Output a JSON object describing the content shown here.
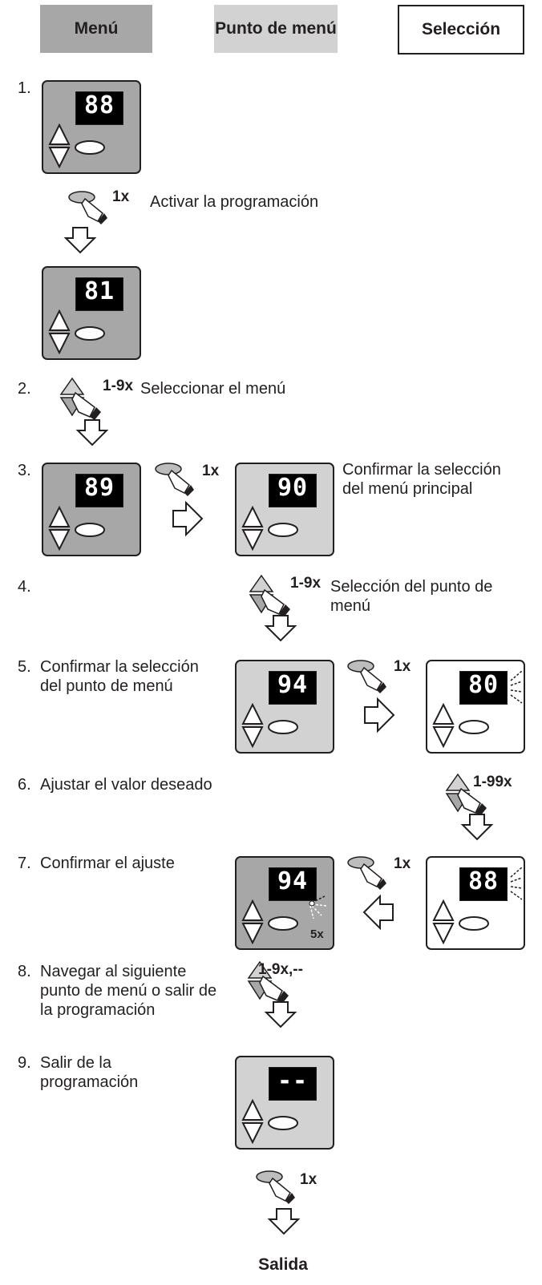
{
  "header": {
    "menu": "Menú",
    "menu_point": "Punto de menú",
    "selection": "Selección"
  },
  "colors": {
    "menu_header": "#a7a7a7",
    "menu_point_header": "#d2d2d2",
    "display_bg": "#000000",
    "display_digits": "#ffffff"
  },
  "icons": [
    "press-button-hand-icon",
    "up-down-arrows-hand-icon",
    "down-arrow-icon",
    "right-arrow-icon",
    "left-arrow-icon",
    "blink-rays-icon"
  ],
  "steps": [
    {
      "number": "1.",
      "counts": [
        "1x"
      ],
      "instruction": "Activar la programación",
      "displays": [
        "88",
        "81"
      ]
    },
    {
      "number": "2.",
      "counts": [
        "1-9x"
      ],
      "instruction": "Seleccionar el menú"
    },
    {
      "number": "3.",
      "counts": [
        "1x"
      ],
      "instruction": "Confirmar la selección del menú principal",
      "displays": [
        "89",
        "90"
      ]
    },
    {
      "number": "4.",
      "counts": [
        "1-9x"
      ],
      "instruction": "Selección del punto de menú"
    },
    {
      "number": "5.",
      "counts": [
        "1x"
      ],
      "instruction": "Confirmar la selección del punto de menú",
      "displays": [
        "94",
        "80"
      ]
    },
    {
      "number": "6.",
      "counts": [
        "1-99x"
      ],
      "instruction": "Ajustar el valor deseado"
    },
    {
      "number": "7.",
      "counts": [
        "1x",
        "5x"
      ],
      "instruction": "Confirmar el ajuste",
      "displays": [
        "94",
        "88"
      ]
    },
    {
      "number": "8.",
      "counts": [
        "1-9x,--"
      ],
      "instruction": "Navegar al siguiente punto de menú o salir de la programación"
    },
    {
      "number": "9.",
      "counts": [
        "1x"
      ],
      "instruction": "Salir de la programación",
      "displays": [
        "--"
      ]
    }
  ],
  "exit_label": "Salida"
}
